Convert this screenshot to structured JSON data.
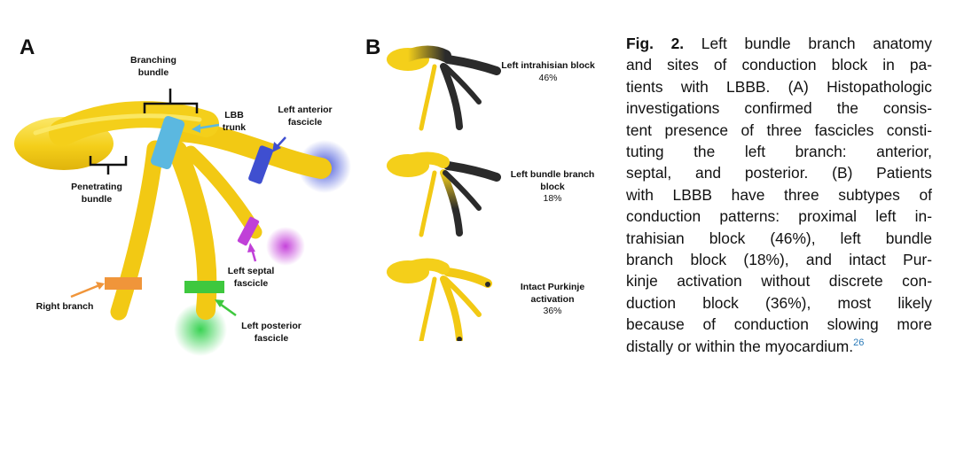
{
  "panel_a": {
    "letter": "A",
    "labels": {
      "branching_bundle_1": "Branching",
      "branching_bundle_2": "bundle",
      "lbb_trunk_1": "LBB",
      "lbb_trunk_2": "trunk",
      "left_anterior_1": "Left anterior",
      "left_anterior_2": "fascicle",
      "penetrating_1": "Penetrating",
      "penetrating_2": "bundle",
      "left_septal_1": "Left septal",
      "left_septal_2": "fascicle",
      "right_branch": "Right branch",
      "left_posterior_1": "Left posterior",
      "left_posterior_2": "fascicle"
    },
    "colors": {
      "bundle_yellow": "#f4d01f",
      "bundle_highlight": "#fbe96a",
      "lbb_trunk": "#5bb8e0",
      "left_anterior": "#3f4fd0",
      "left_septal": "#c040d8",
      "right_branch": "#f0953a",
      "left_posterior": "#3ec83e"
    }
  },
  "panel_b": {
    "letter": "B",
    "items": [
      {
        "title_1": "Left intrahisian block",
        "title_2": "",
        "percent": "46%"
      },
      {
        "title_1": "Left bundle branch",
        "title_2": "block",
        "percent": "18%"
      },
      {
        "title_1": "Intact Purkinje",
        "title_2": "activation",
        "percent": "36%"
      }
    ],
    "colors": {
      "blocked": "#2b2b2b"
    }
  },
  "caption": {
    "fig_label": "Fig. 2.",
    "lines": [
      " Left bundle branch anatomy",
      "and sites of conduction block in pa-",
      "tients with LBBB. (A) Histopathologic",
      "investigations confirmed the consis-",
      "tent presence of three fascicles consti-",
      "tuting the left branch: anterior,",
      "septal, and posterior. (B) Patients",
      "with LBBB have three subtypes of",
      "conduction patterns: proximal left in-",
      "trahisian block (46%), left bundle",
      "branch block (18%), and intact Pur-",
      "kinje activation without discrete con-",
      "duction block (36%), most likely",
      "because of conduction slowing more",
      "distally or within the myocardium."
    ],
    "reference": "26"
  }
}
